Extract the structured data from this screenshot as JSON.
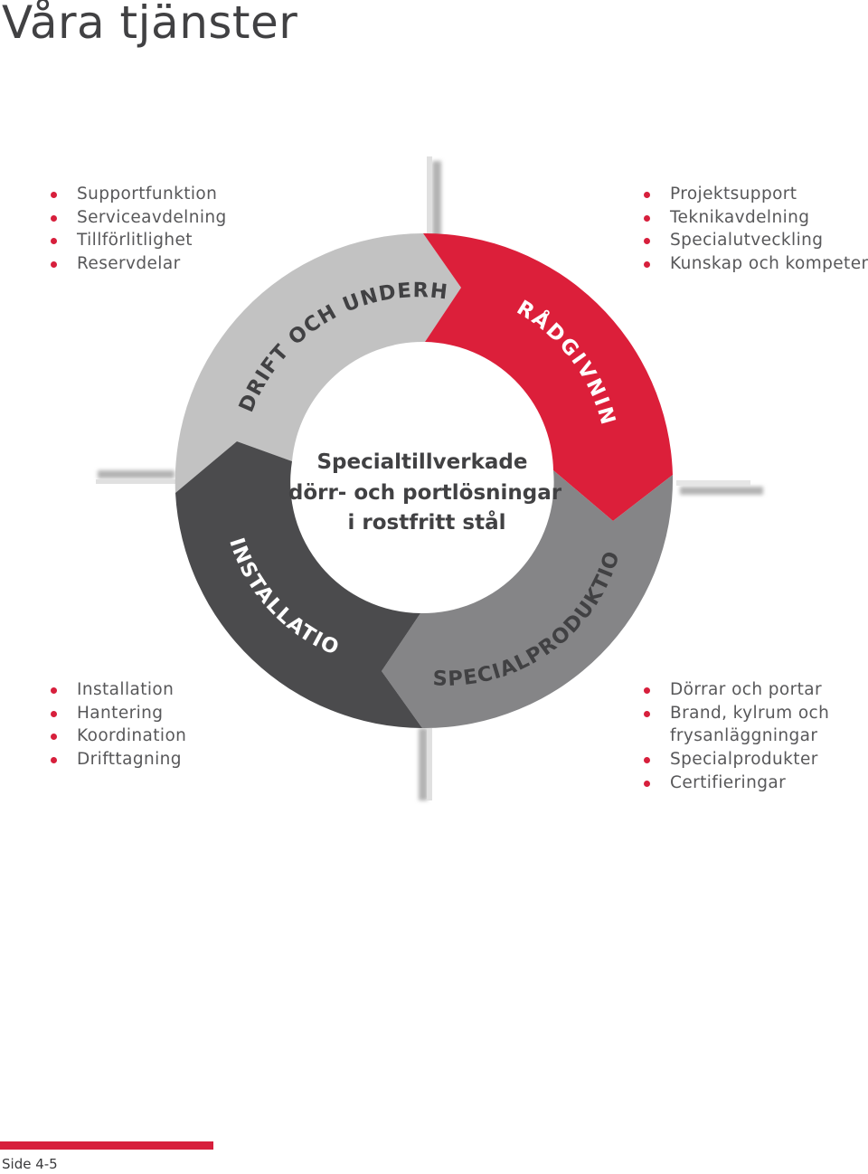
{
  "page": {
    "title": "Våra tjänster",
    "footer": "Side 4-5"
  },
  "center": {
    "lines": [
      "Specialtillverkade",
      "dörr- och portlösningar",
      "i rostfritt stål"
    ]
  },
  "segments": [
    {
      "id": "drift",
      "label": "DRIFT OCH UNDERHÅLL",
      "color": "#c2c2c2",
      "text_color": "#414143"
    },
    {
      "id": "radgivning",
      "label": "RÅDGIVNING",
      "color": "#dc1f3a",
      "text_color": "#ffffff"
    },
    {
      "id": "specialproduktion",
      "label": "SPECIALPRODUKTION",
      "color": "#858587",
      "text_color": "#ffffff"
    },
    {
      "id": "installation",
      "label": "INSTALLATION",
      "color": "#4b4b4d",
      "text_color": "#ffffff"
    }
  ],
  "lists": {
    "top_left": [
      "Supportfunktion",
      "Serviceavdelning",
      "Tillförlitlighet",
      "Reservdelar"
    ],
    "top_right": [
      "Projektsupport",
      "Teknikavdelning",
      "Specialutveckling",
      "Kunskap och kompetens"
    ],
    "bottom_left": [
      "Installation",
      "Hantering",
      "Koordination",
      "Drifttagning"
    ],
    "bottom_right": [
      "Dörrar och portar",
      "Brand, kylrum och",
      "frysanläggningar",
      "Specialprodukter",
      "Certifieringar"
    ]
  },
  "colors": {
    "accent": "#d71f3c",
    "title": "#414143",
    "body_text": "#58585a"
  }
}
